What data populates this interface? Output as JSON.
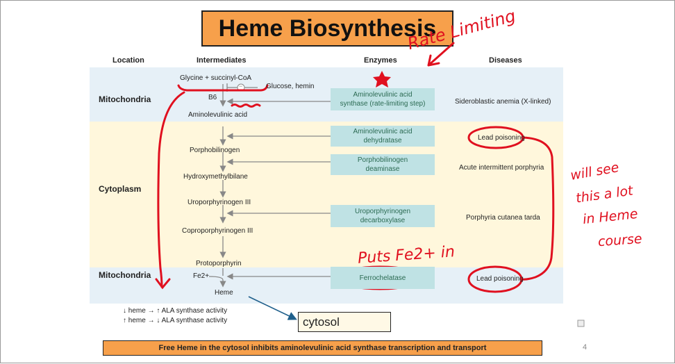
{
  "title": "Heme Biosynthesis",
  "headers": {
    "location": "Location",
    "intermediates": "Intermediates",
    "enzymes": "Enzymes",
    "diseases": "Diseases"
  },
  "locations": {
    "mito1": "Mitochondria",
    "cyto": "Cytoplasm",
    "mito2": "Mitochondria"
  },
  "intermediates": {
    "glycine": "Glycine + succinyl-CoA",
    "b6": "B6",
    "inhibitor_sign": "−",
    "inhibitors": "Glucose, hemin",
    "ala": "Aminolevulinic acid",
    "pbg": "Porphobilinogen",
    "hmb": "Hydroxymethylbilane",
    "uro": "Uroporphyrinogen III",
    "copro": "Coproporphyrinogen III",
    "proto": "Protoporphyrin",
    "fe": "Fe2+",
    "heme": "Heme"
  },
  "enzymes": {
    "alas_1": "Aminolevulinic acid",
    "alas_2": "synthase (rate-limiting step)",
    "alad_1": "Aminolevulinic acid",
    "alad_2": "dehydratase",
    "pbgd_1": "Porphobilinogen",
    "pbgd_2": "deaminase",
    "urod_1": "Uroporphyrinogen",
    "urod_2": "decarboxylase",
    "fech": "Ferrochelatase"
  },
  "diseases": {
    "sideroblastic": "Sideroblastic anemia (X-linked)",
    "lead1": "Lead poisoning",
    "aip": "Acute intermittent porphyria",
    "pct": "Porphyria cutanea tarda",
    "lead2": "Lead poisoning"
  },
  "regulation": {
    "line1": "↓ heme → ↑ ALA synthase activity",
    "line2": "↑ heme → ↓ ALA synthase activity"
  },
  "annotations": {
    "rate_limiting": "Rate Limiting",
    "puts_fe": "Puts Fe2+ in",
    "will_see": "will see",
    "this_a_lot": "this a lot",
    "in_heme": "in Heme",
    "course": "course"
  },
  "cytosol_box": "cytosol",
  "footer_note": "Free Heme in the cytosol inhibits aminolevulinic acid synthase transcription and transport",
  "page_number": "4",
  "colors": {
    "title_bg": "#f7a04b",
    "mito_band": "#e6f0f7",
    "cyto_band": "#fff7dc",
    "enzyme_box": "#bfe2e4",
    "ink_red": "#e0101f"
  }
}
